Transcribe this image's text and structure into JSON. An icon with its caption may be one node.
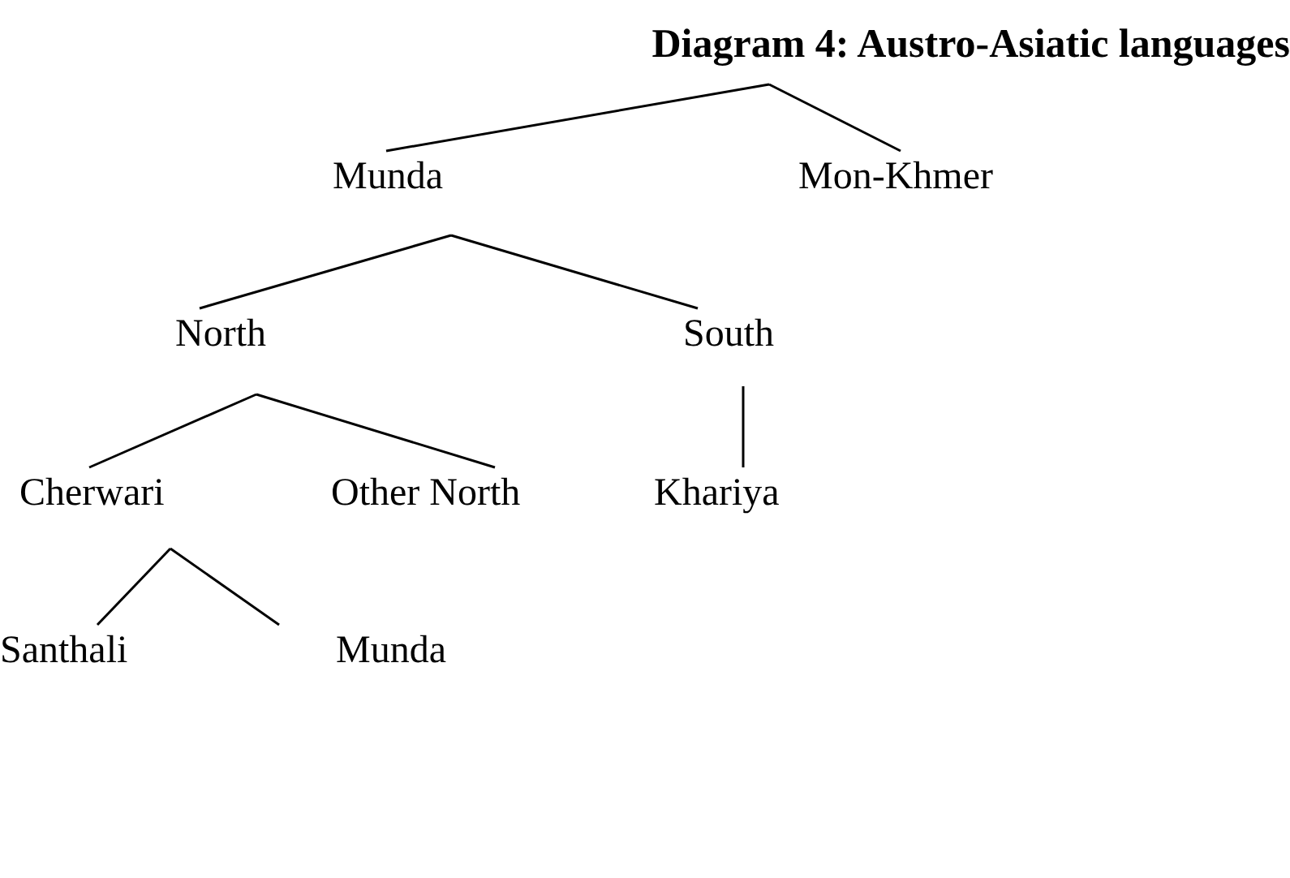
{
  "diagram": {
    "nodes": [
      {
        "text": [
          "Diagram 4: Austro-Asiatic languages"
        ]
      },
      {
        "text": [
          "Munda"
        ]
      },
      {
        "text": [
          "Mon-Khmer"
        ]
      },
      {
        "text": [
          "North"
        ]
      },
      {
        "text": [
          "South"
        ]
      },
      {
        "text": [
          "Cherwari"
        ]
      },
      {
        "text": [
          "Other North"
        ]
      },
      {
        "text": [
          "Khariya"
        ]
      },
      {
        "text": [
          "Santhali"
        ]
      },
      {
        "text": [
          "Munda"
        ]
      }
    ],
    "edges": [
      {
        "from": 0,
        "to": 1,
        "arrow": "none"
      },
      {
        "from": 0,
        "to": 2,
        "arrow": "none"
      },
      {
        "from": 1,
        "to": 3,
        "arrow": "none"
      },
      {
        "from": 1,
        "to": 4,
        "arrow": "none"
      },
      {
        "from": 3,
        "to": 5,
        "arrow": "none"
      },
      {
        "from": 3,
        "to": 6,
        "arrow": "none"
      },
      {
        "from": 4,
        "to": 7,
        "arrow": "none"
      },
      {
        "from": 5,
        "to": 8,
        "arrow": "none"
      },
      {
        "from": 5,
        "to": 9,
        "arrow": "none"
      }
    ]
  }
}
